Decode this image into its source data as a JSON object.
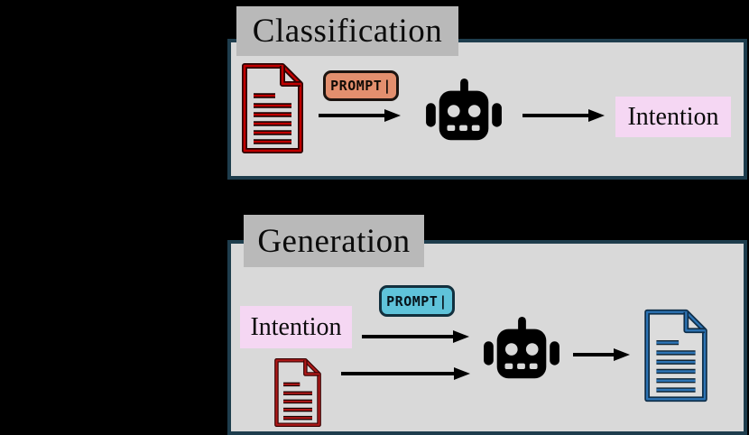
{
  "panels": {
    "classification": {
      "title": "Classification",
      "input_icon": "document-icon",
      "prompt_badge": {
        "label": "PROMPT",
        "cursor": "|"
      },
      "model_icon": "robot-icon",
      "output_label": "Intention"
    },
    "generation": {
      "title": "Generation",
      "input_label": "Intention",
      "input_icon": "document-icon",
      "prompt_badge": {
        "label": "PROMPT",
        "cursor": "|"
      },
      "model_icon": "robot-icon",
      "output_icon": "document-icon"
    }
  },
  "colors": {
    "background": "#000000",
    "panel_bg": "#d9d9d9",
    "panel_border": "#1e3d4d",
    "title_bg": "#b9b9b9",
    "intention_bg": "#f5d7f3",
    "prompt_classification_bg": "#e38f6e",
    "prompt_generation_bg": "#5fc3da",
    "doc_red": "#c00000",
    "doc_blue": "#2e75b6",
    "arrow": "#000000",
    "robot": "#000000"
  }
}
